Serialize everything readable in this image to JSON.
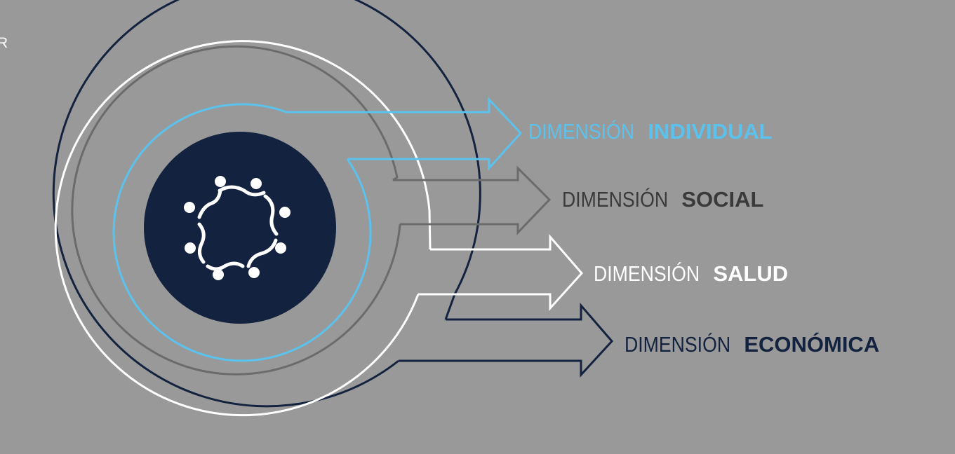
{
  "edge_text": "R",
  "colors": {
    "background": "#999999",
    "navy": "#13223f",
    "light_blue": "#5bc2ee",
    "gray": "#6b6b6b",
    "white": "#ffffff"
  },
  "center_icon": "people-circle-icon",
  "dimensions": [
    {
      "prefix": "DIMENSIÓN",
      "name": "INDIVIDUAL",
      "color": "#5bc2ee",
      "name_color": "#5bc2ee"
    },
    {
      "prefix": "DIMENSIÓN",
      "name": "SOCIAL",
      "color": "#3a3a3a",
      "name_color": "#3a3a3a"
    },
    {
      "prefix": "DIMENSIÓN",
      "name": "SALUD",
      "color": "#ffffff",
      "name_color": "#ffffff"
    },
    {
      "prefix": "DIMENSIÓN",
      "name": "ECONÓMICA",
      "color": "#13223f",
      "name_color": "#13223f"
    }
  ]
}
